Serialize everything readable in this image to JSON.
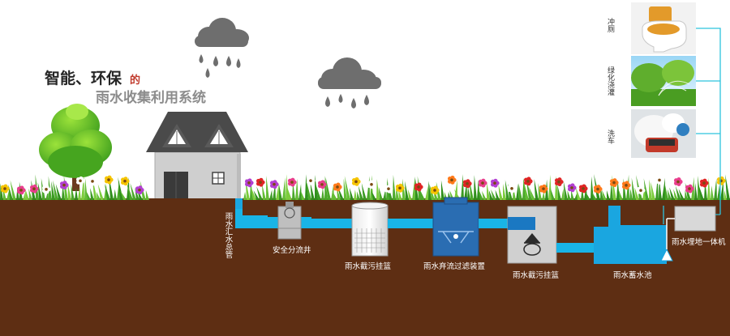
{
  "title": {
    "line1": "智能、环保",
    "line1_suffix": "的",
    "line2": "雨水收集利用系统"
  },
  "components": {
    "main_pipe": "雨水汇水总管",
    "diversion_well": "安全分流井",
    "filter_basket_1": "雨水截污挂篮",
    "discard_filter": "雨水弃流过滤装置",
    "filter_basket_2": "雨水截污挂篮",
    "storage_tank": "雨水蓄水池",
    "integrated_unit": "雨水埋地一体机"
  },
  "uses": [
    {
      "label": "冲厕",
      "icon": "toilet-image"
    },
    {
      "label": "绿化浇灌",
      "icon": "lawn-sprinkler-image"
    },
    {
      "label": "洗车",
      "icon": "car-wash-image"
    }
  ],
  "colors": {
    "soil": "#5e2e13",
    "pipe": "#19b4e6",
    "water": "#1aa6e0",
    "cloud": "#6e6e6e",
    "title_accent": "#c0392b",
    "supply_line": "#2cc3dd"
  }
}
